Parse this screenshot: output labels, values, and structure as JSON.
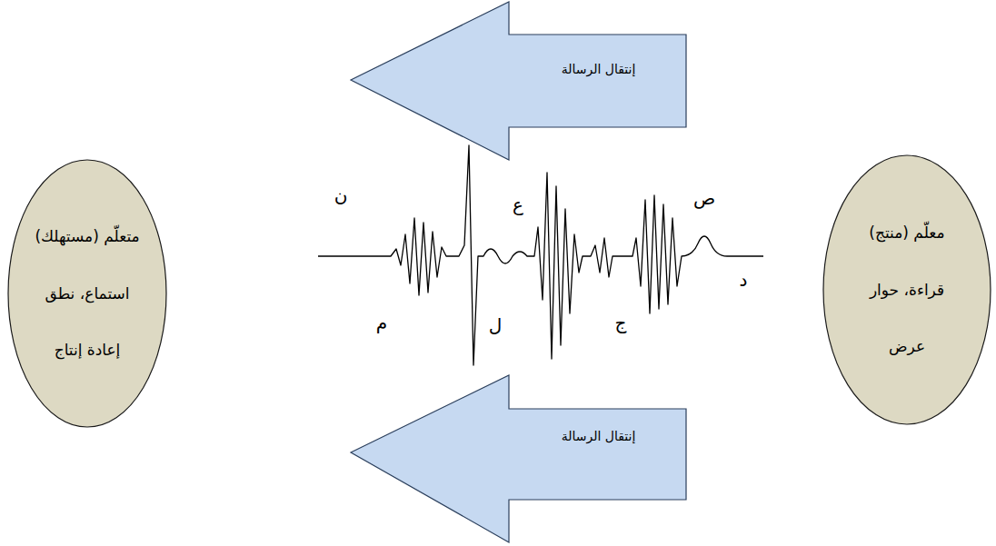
{
  "diagram": {
    "nodes": [
      {
        "text": [
          "معلّم (منتج)",
          "قراءة، حوار",
          "عرض"
        ]
      },
      {
        "text": [
          "إنتقال الرسالة"
        ]
      },
      {
        "text": [
          "إنتقال الرسالة"
        ]
      },
      {
        "text": [
          "متعلّم (مستهلك)",
          "استماع، نطق",
          "إعادة إنتاج"
        ]
      }
    ],
    "labels": [
      "ص",
      "ع",
      "ن",
      "د",
      "ج",
      "ل",
      "م"
    ]
  }
}
